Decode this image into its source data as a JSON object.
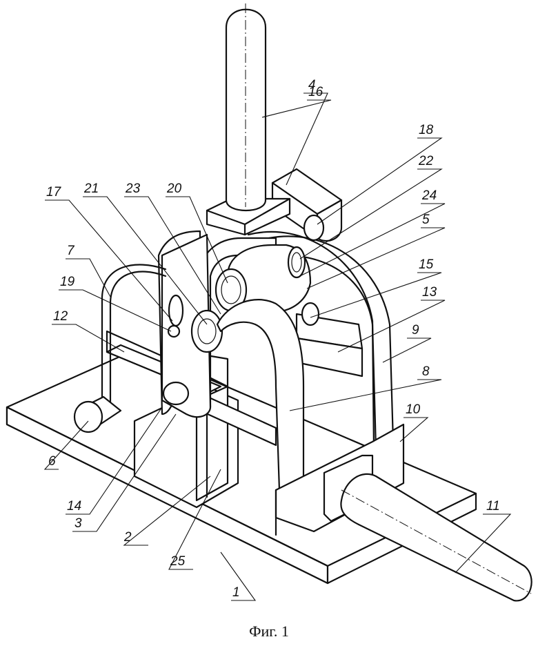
{
  "caption": "Фиг. 1",
  "callouts": [
    "1",
    "2",
    "3",
    "4",
    "5",
    "6",
    "7",
    "8",
    "9",
    "10",
    "11",
    "12",
    "13",
    "14",
    "15",
    "16",
    "17",
    "18",
    "19",
    "20",
    "21",
    "22",
    "23",
    "24",
    "25"
  ]
}
